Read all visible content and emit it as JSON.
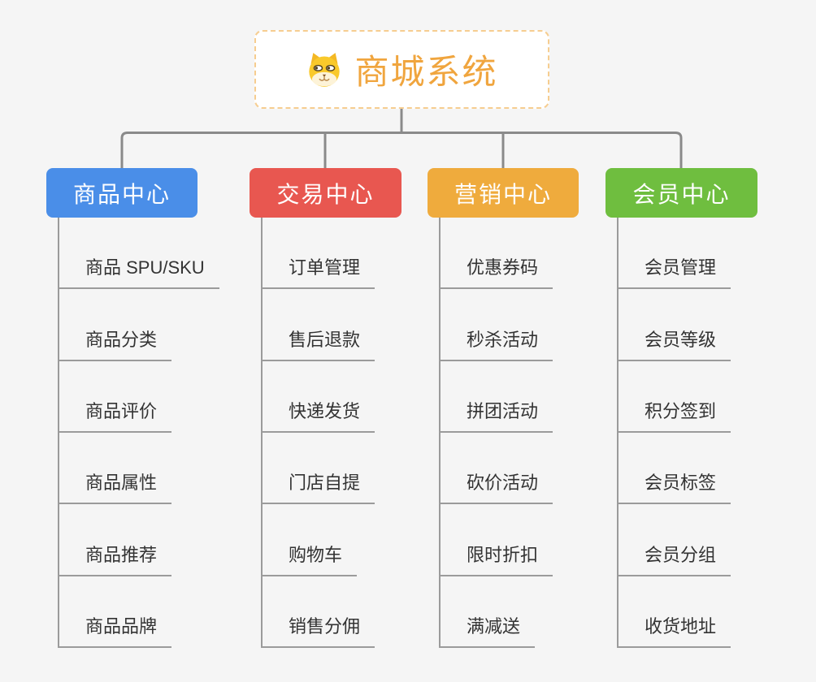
{
  "root": {
    "title": "商城系统",
    "icon": "dog-face-icon",
    "accent_color": "#f0a53e",
    "border_color": "#f6cd90"
  },
  "colors": {
    "background": "#f5f5f5",
    "connector": "#8a8a8a",
    "sub_line": "#9b9b9b",
    "sub_text": "#333333"
  },
  "branches": [
    {
      "label": "商品中心",
      "color": "#4a8ee8",
      "items": [
        "商品 SPU/SKU",
        "商品分类",
        "商品评价",
        "商品属性",
        "商品推荐",
        "商品品牌"
      ]
    },
    {
      "label": "交易中心",
      "color": "#e85750",
      "items": [
        "订单管理",
        "售后退款",
        "快递发货",
        "门店自提",
        "购物车",
        "销售分佣"
      ]
    },
    {
      "label": "营销中心",
      "color": "#efab3d",
      "items": [
        "优惠券码",
        "秒杀活动",
        "拼团活动",
        "砍价活动",
        "限时折扣",
        "满减送"
      ]
    },
    {
      "label": "会员中心",
      "color": "#6fbe3f",
      "items": [
        "会员管理",
        "会员等级",
        "积分签到",
        "会员标签",
        "会员分组",
        "收货地址"
      ]
    }
  ]
}
